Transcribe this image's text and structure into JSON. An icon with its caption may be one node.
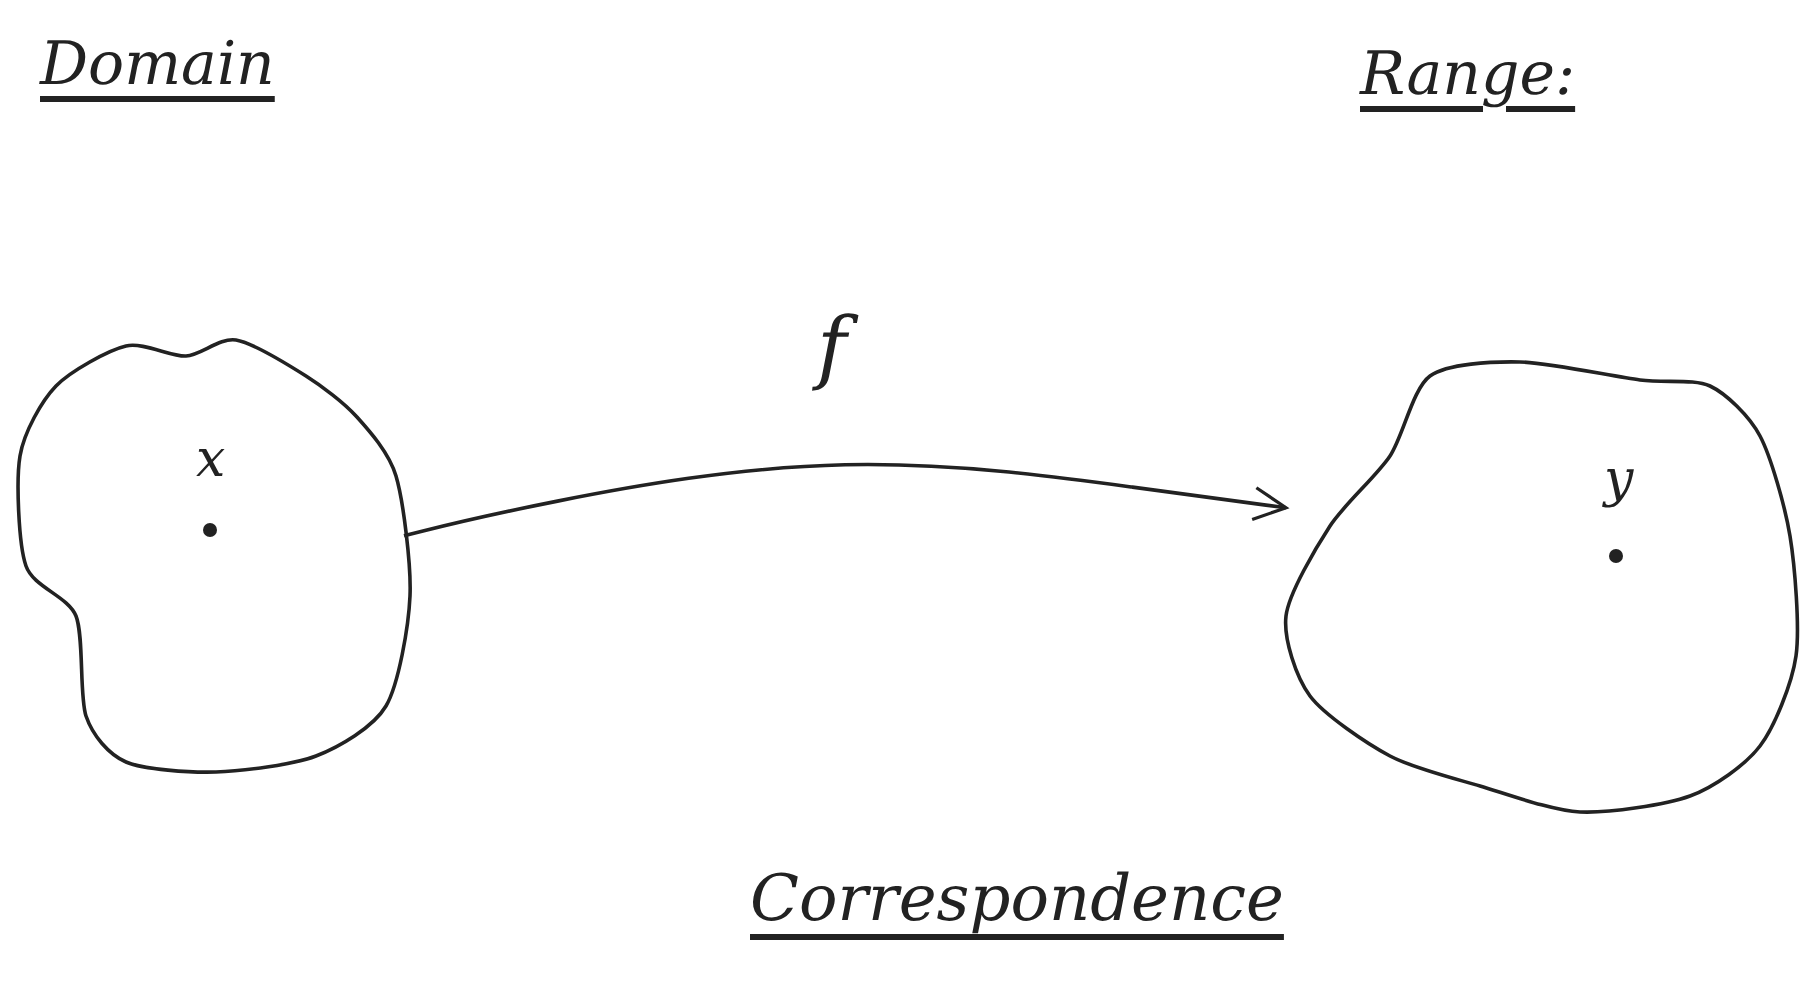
{
  "diagram": {
    "caption": "Correspondence",
    "nodes": [
      {
        "text": [
          "Domain",
          "x"
        ]
      },
      {
        "text": [
          "Range:",
          "y"
        ]
      }
    ],
    "edges": [
      {
        "from": 0,
        "to": 1,
        "label": "f",
        "arrow": "to"
      }
    ]
  }
}
